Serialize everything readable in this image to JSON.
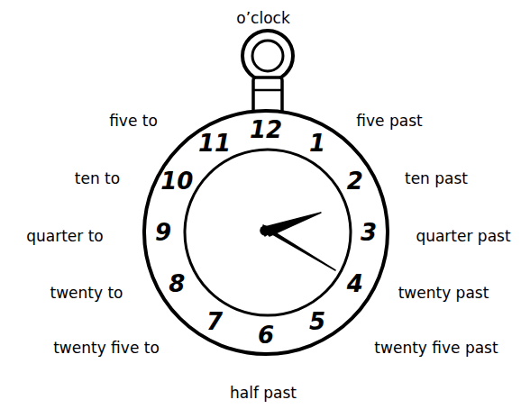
{
  "diagram": {
    "labels": [
      "o’clock",
      "five past",
      "ten past",
      "quarter past",
      "twenty past",
      "twenty five past",
      "half past",
      "twenty five to",
      "twenty to",
      "quarter to",
      "ten to",
      "five to",
      "12",
      "1",
      "2",
      "3",
      "4",
      "5",
      "6",
      "7",
      "8",
      "9",
      "10",
      "11"
    ]
  }
}
